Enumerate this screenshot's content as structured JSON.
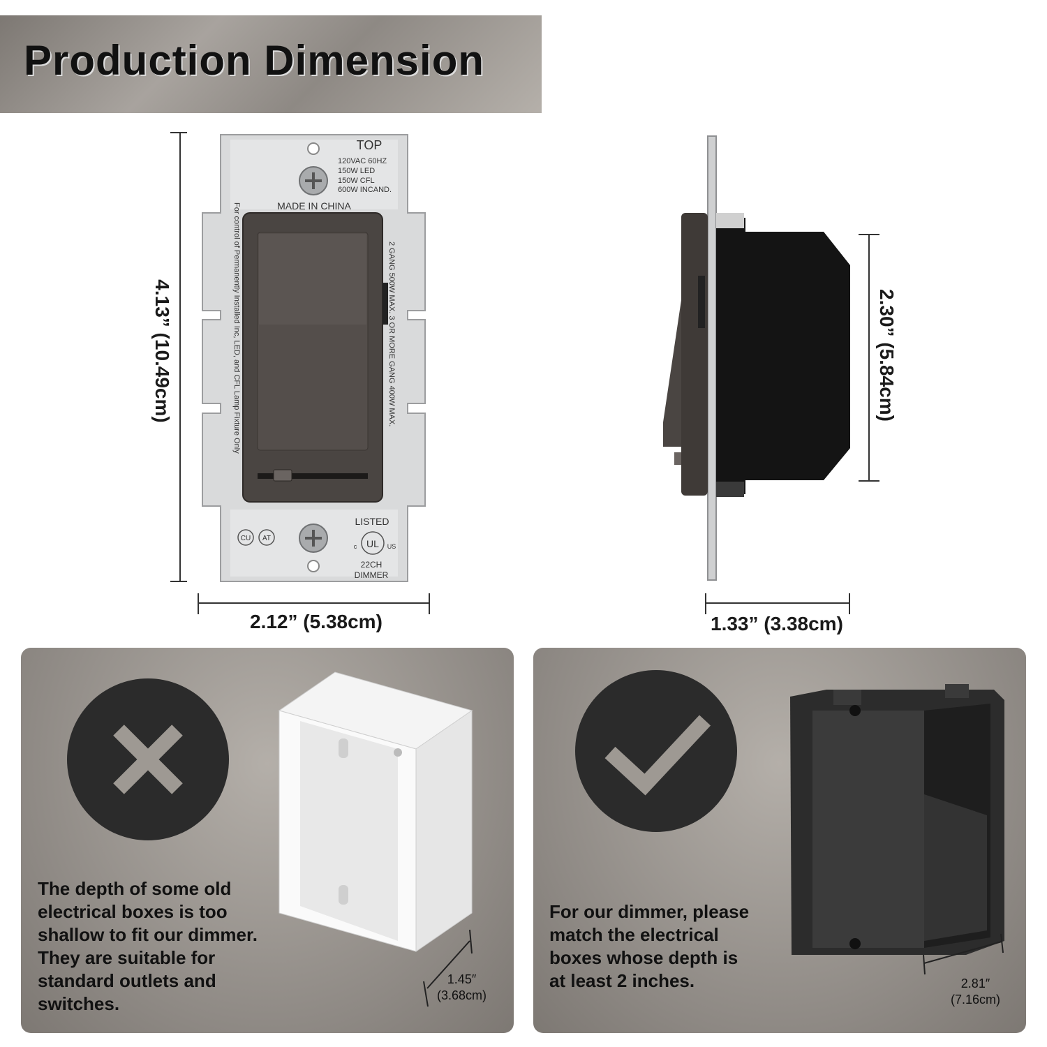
{
  "banner": {
    "title": "Production Dimension"
  },
  "front_view": {
    "height_label": "4.13” (10.49cm)",
    "width_label": "2.12” (5.38cm)",
    "plate_text": {
      "top": "TOP",
      "ratings": [
        "120VAC 60HZ",
        "150W  LED",
        "150W  CFL",
        "600W  INCAND."
      ],
      "made_in": "MADE IN CHINA",
      "left_vertical": "For control of Permanently Installed Inc, LED, and CFL Lamp Fixture Only",
      "right_vertical": "2 GANG 500W MAX. 3 OR MORE GANG 400W MAX.",
      "listed": "LISTED",
      "model": "22CH",
      "type": "DIMMER",
      "cert_left": "CU",
      "cert_right": "AT",
      "ul": "UL",
      "ul_c": "c",
      "ul_us": "US"
    }
  },
  "side_view": {
    "height_label": "2.30” (5.84cm)",
    "width_label": "1.33” (3.38cm)"
  },
  "bad_panel": {
    "icon": "cross-icon",
    "text_lines": [
      "The depth of some old",
      "electrical boxes is too",
      "shallow to fit our dimmer.",
      "They are suitable for",
      "standard outlets and",
      "switches."
    ],
    "depth_value": "1.45″",
    "depth_metric": "(3.68cm)"
  },
  "good_panel": {
    "icon": "check-icon",
    "text_lines": [
      "For our dimmer, please",
      "match the electrical",
      "boxes whose depth is",
      "at least 2 inches."
    ],
    "depth_value": "2.81″",
    "depth_metric": "(7.16cm)"
  },
  "colors": {
    "banner": "#9a958f",
    "panel": "#a19c96",
    "dimmer": "#4a4542",
    "plate": "#d9dadb",
    "icon_circle": "#2b2b2b",
    "icon_mark": "#9e9993"
  }
}
